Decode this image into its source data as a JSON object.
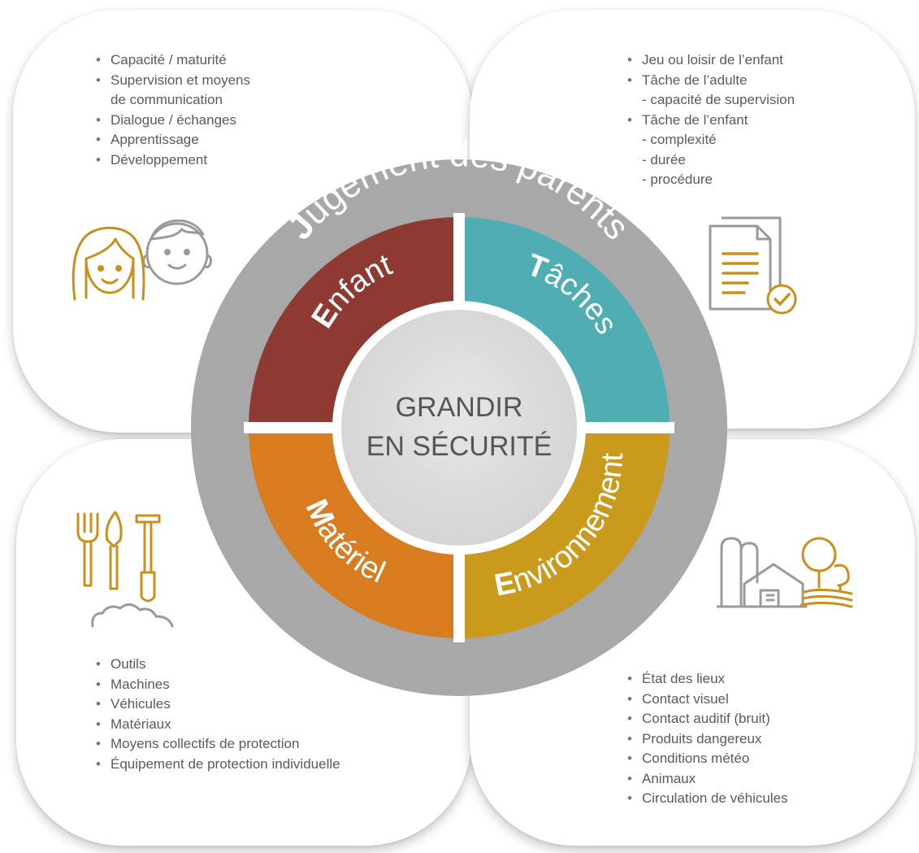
{
  "ring_title": "Jugement des parents",
  "center": {
    "line1": "GRANDIR",
    "line2": "EN SÉCURITÉ"
  },
  "quadrants": {
    "enfant": {
      "label": "Enfant",
      "color": "#8e3a32"
    },
    "taches": {
      "label": "Tâches",
      "color": "#4fadb4"
    },
    "materiel": {
      "label": "Matériel",
      "color": "#d97b1f"
    },
    "environnement": {
      "label": "Environnement",
      "color": "#c99a1c"
    }
  },
  "ring_color": "#a8a8a8",
  "icon_accent": "#c9901c",
  "lists": {
    "top_left": [
      {
        "text": "Capacité / maturité",
        "bullet": true
      },
      {
        "text": "Supervision et moyens",
        "bullet": true
      },
      {
        "text": "de communication",
        "bullet": false
      },
      {
        "text": "Dialogue / échanges",
        "bullet": true
      },
      {
        "text": "Apprentissage",
        "bullet": true
      },
      {
        "text": "Développement",
        "bullet": true
      }
    ],
    "top_right": [
      {
        "text": "Jeu ou loisir de l’enfant",
        "bullet": true
      },
      {
        "text": "Tâche de l’adulte",
        "bullet": true
      },
      {
        "text": "- capacité de supervision",
        "bullet": false
      },
      {
        "text": "Tâche de l’enfant",
        "bullet": true
      },
      {
        "text": "- complexité",
        "bullet": false
      },
      {
        "text": "- durée",
        "bullet": false
      },
      {
        "text": "- procédure",
        "bullet": false
      }
    ],
    "bottom_left": [
      {
        "text": "Outils",
        "bullet": true
      },
      {
        "text": "Machines",
        "bullet": true
      },
      {
        "text": "Véhicules",
        "bullet": true
      },
      {
        "text": "Matériaux",
        "bullet": true
      },
      {
        "text": "Moyens collectifs de protection",
        "bullet": true
      },
      {
        "text": "Équipement de protection individuelle",
        "bullet": true
      }
    ],
    "bottom_right": [
      {
        "text": "État des lieux",
        "bullet": true
      },
      {
        "text": "Contact visuel",
        "bullet": true
      },
      {
        "text": "Contact auditif (bruit)",
        "bullet": true
      },
      {
        "text": "Produits dangereux",
        "bullet": true
      },
      {
        "text": "Conditions météo",
        "bullet": true
      },
      {
        "text": "Animaux",
        "bullet": true
      },
      {
        "text": "Circulation de véhicules",
        "bullet": true
      }
    ]
  },
  "icons": {
    "top_left": "children-faces-icon",
    "top_right": "checklist-document-icon",
    "bottom_left": "garden-tools-icon",
    "bottom_right": "farm-landscape-icon"
  }
}
